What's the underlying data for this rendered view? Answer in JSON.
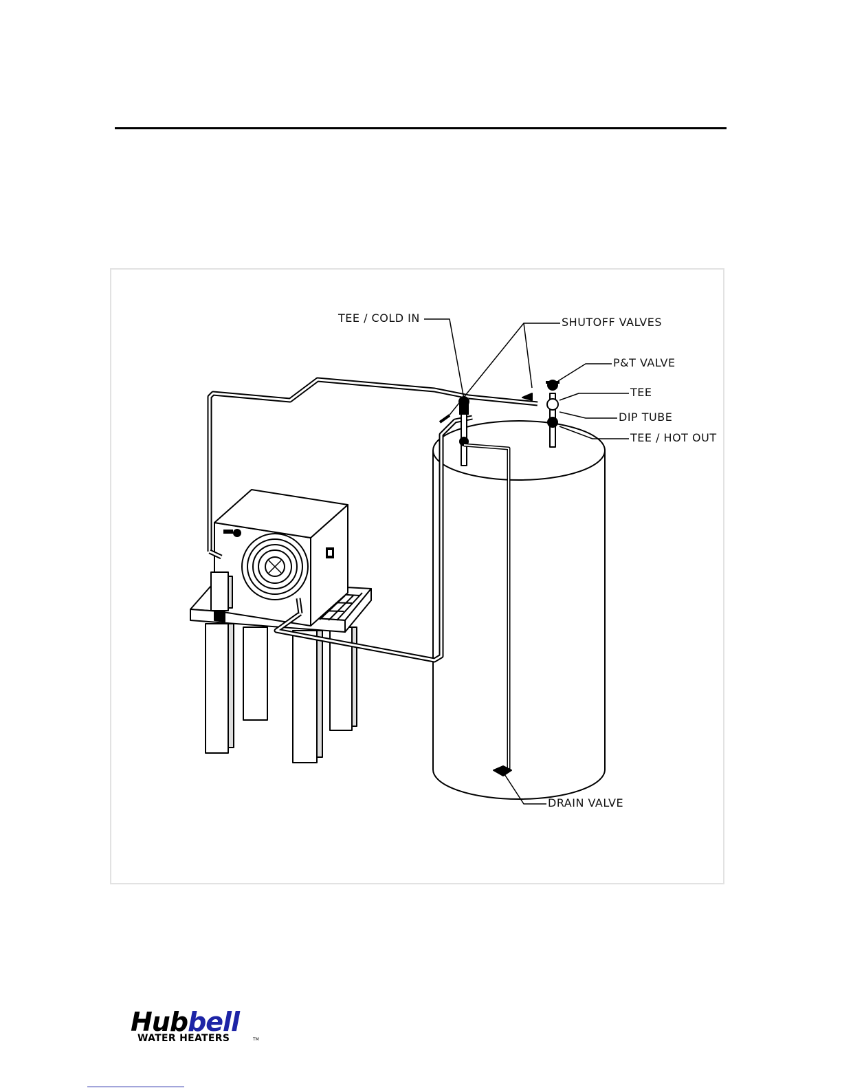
{
  "figure": {
    "callouts": {
      "tee_cold_in": "TEE / COLD IN",
      "shutoff_valves": "SHUTOFF VALVES",
      "pt_valve": "P&T VALVE",
      "tee": "TEE",
      "dip_tube": "DIP TUBE",
      "tee_hot_out": "TEE / HOT OUT",
      "drain_valve": "DRAIN VALVE"
    }
  },
  "logo": {
    "word_main": "Hub",
    "word_accent": "bell",
    "subtitle": "WATER HEATERS",
    "tm": "TM"
  },
  "colors": {
    "line": "#000000",
    "logo_accent": "#1d24a6",
    "frame_border": "#e2e2e2"
  }
}
